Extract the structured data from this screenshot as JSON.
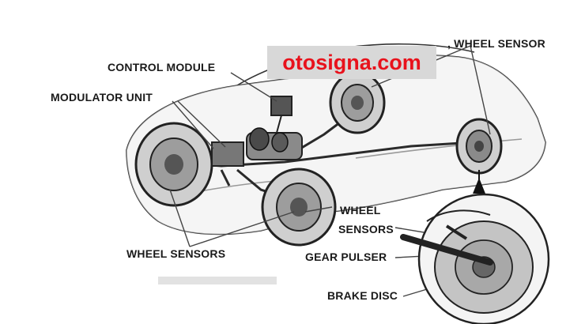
{
  "watermark": {
    "text": "otosigna.com",
    "color": "#e8121c"
  },
  "labels": {
    "control_module": "CONTROL MODULE",
    "modulator_unit": "MODULATOR UNIT",
    "wheel_sensor": ", WHEEL SENSOR",
    "wheel_sensors_bottom": "WHEEL SENSORS",
    "wheel_sensors_detail_line1": "WHEEL",
    "wheel_sensors_detail_line2": "SENSORS",
    "gear_pulser": "GEAR PULSER",
    "brake_disc": "BRAKE DISC"
  },
  "colors": {
    "line": "#2a2a2a",
    "body_fill": "#e6e6e6",
    "disc_fill": "#bdbdbd"
  }
}
